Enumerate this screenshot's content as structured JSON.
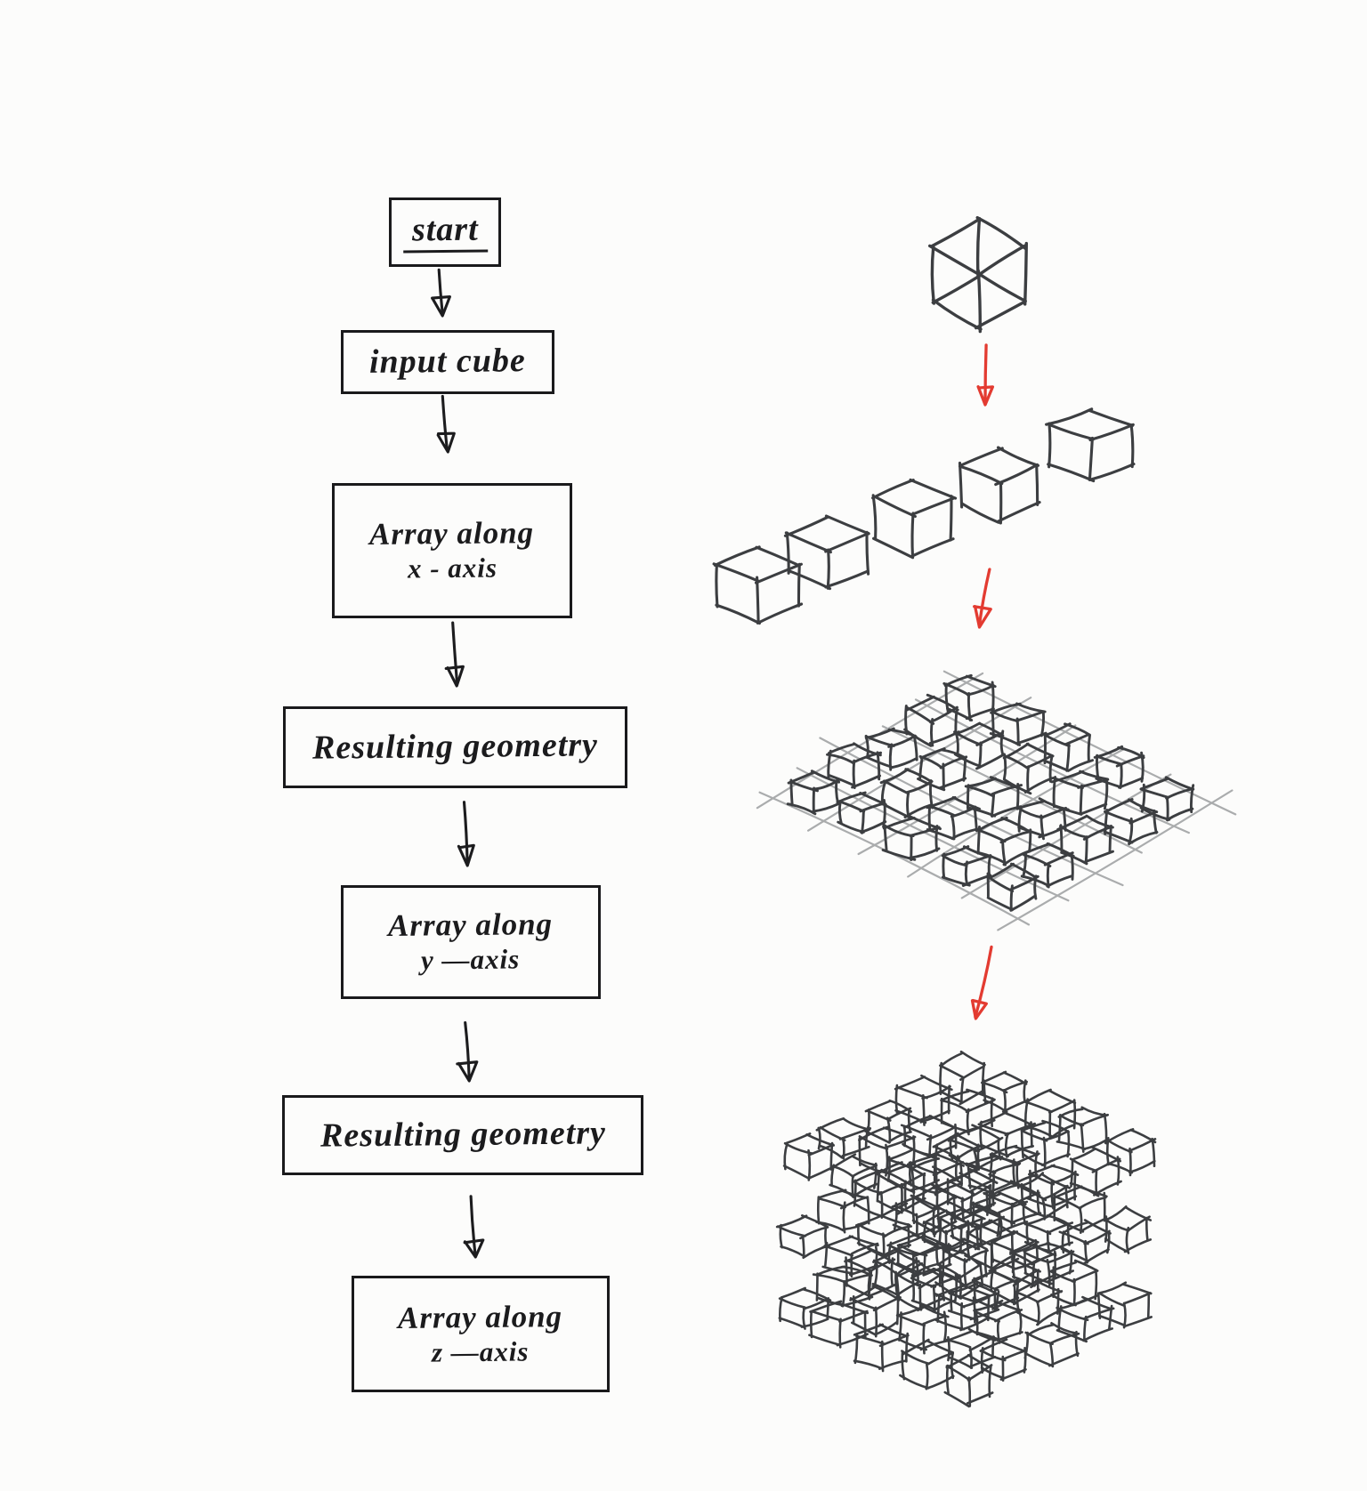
{
  "flowchart": {
    "nodes": {
      "start": {
        "label": "start"
      },
      "input_cube": {
        "label": "input cube"
      },
      "array_x": {
        "line1": "Array along",
        "line2": "x - axis"
      },
      "resulting_1": {
        "label": "Resulting geometry"
      },
      "array_y": {
        "line1": "Array along",
        "line2": "y —axis"
      },
      "resulting_2": {
        "label": "Resulting geometry"
      },
      "array_z": {
        "line1": "Array along",
        "line2": "z —axis"
      }
    }
  },
  "illustrations": {
    "single_cube": {
      "cube_count": 1
    },
    "row_along_x": {
      "cube_count": 5
    },
    "grid_xy": {
      "rows": 5,
      "cols": 5
    },
    "array_xyz": {
      "rows": 5,
      "cols": 5,
      "layers": 3
    }
  },
  "colors": {
    "ink": "#1c1c1e",
    "sketch": "#3c3e41",
    "lattice": "#aaacad",
    "highlight_red": "#e33b31",
    "background": "#fcfcfb"
  }
}
